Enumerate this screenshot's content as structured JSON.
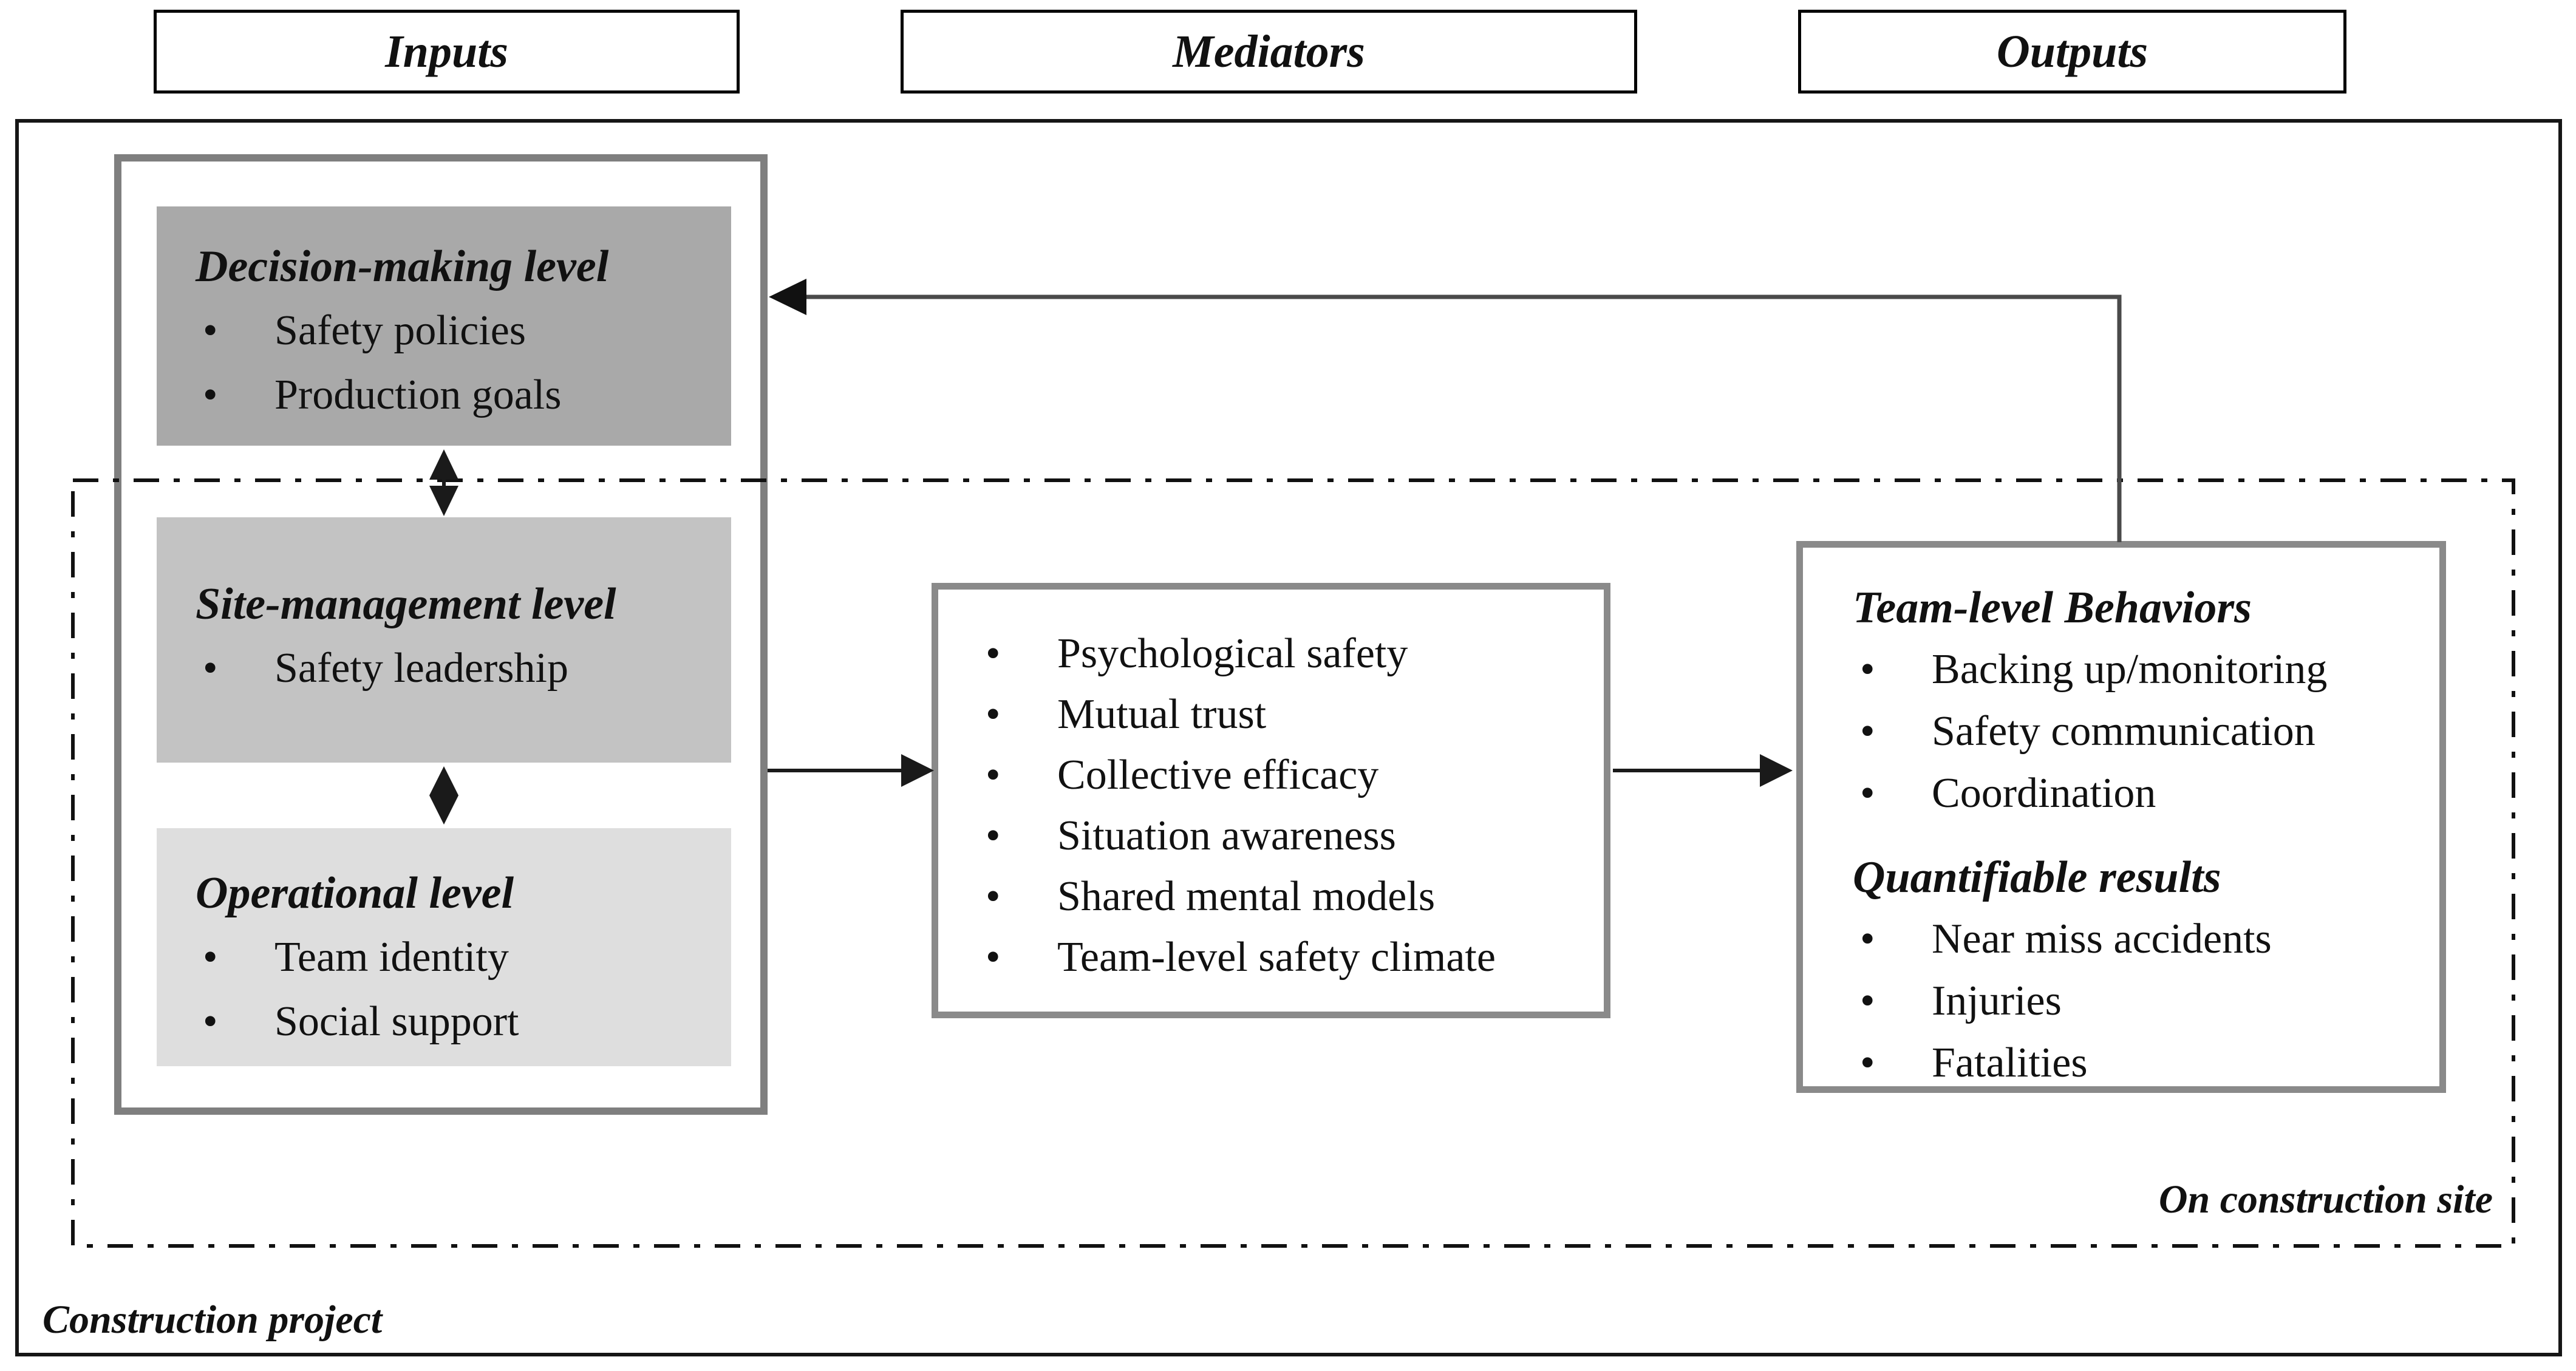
{
  "columns": {
    "inputs_label": "Inputs",
    "mediators_label": "Mediators",
    "outputs_label": "Outputs"
  },
  "inputs_column": {
    "levels": [
      {
        "title": "Decision-making level",
        "bullets": [
          "Safety policies",
          "Production goals"
        ]
      },
      {
        "title": "Site-management level",
        "bullets": [
          "Safety leadership"
        ]
      },
      {
        "title": "Operational level",
        "bullets": [
          "Team identity",
          "Social support"
        ]
      }
    ]
  },
  "mediators_box": {
    "bullets": [
      "Psychological safety",
      "Mutual trust",
      "Collective efficacy",
      "Situation awareness",
      "Shared mental models",
      "Team-level safety climate"
    ]
  },
  "outputs_box": {
    "sections": [
      {
        "title": "Team-level Behaviors",
        "bullets": [
          "Backing up/monitoring",
          "Safety communication",
          "Coordination"
        ]
      },
      {
        "title": "Quantifiable results",
        "bullets": [
          "Near miss accidents",
          "Injuries",
          "Fatalities"
        ]
      }
    ]
  },
  "captions": {
    "construction_project": "Construction project",
    "on_construction_site": "On construction site"
  },
  "colors": {
    "decision_level_fill": "#a9a9a9",
    "site_level_fill": "#c3c3c3",
    "operational_level_fill": "#dedede",
    "container_border": "#7f7f7f",
    "list_box_border": "#8a8a8a",
    "frame_border": "#161616",
    "arrow": "#1a1a1a",
    "feedback_line": "#4a4a4a"
  }
}
